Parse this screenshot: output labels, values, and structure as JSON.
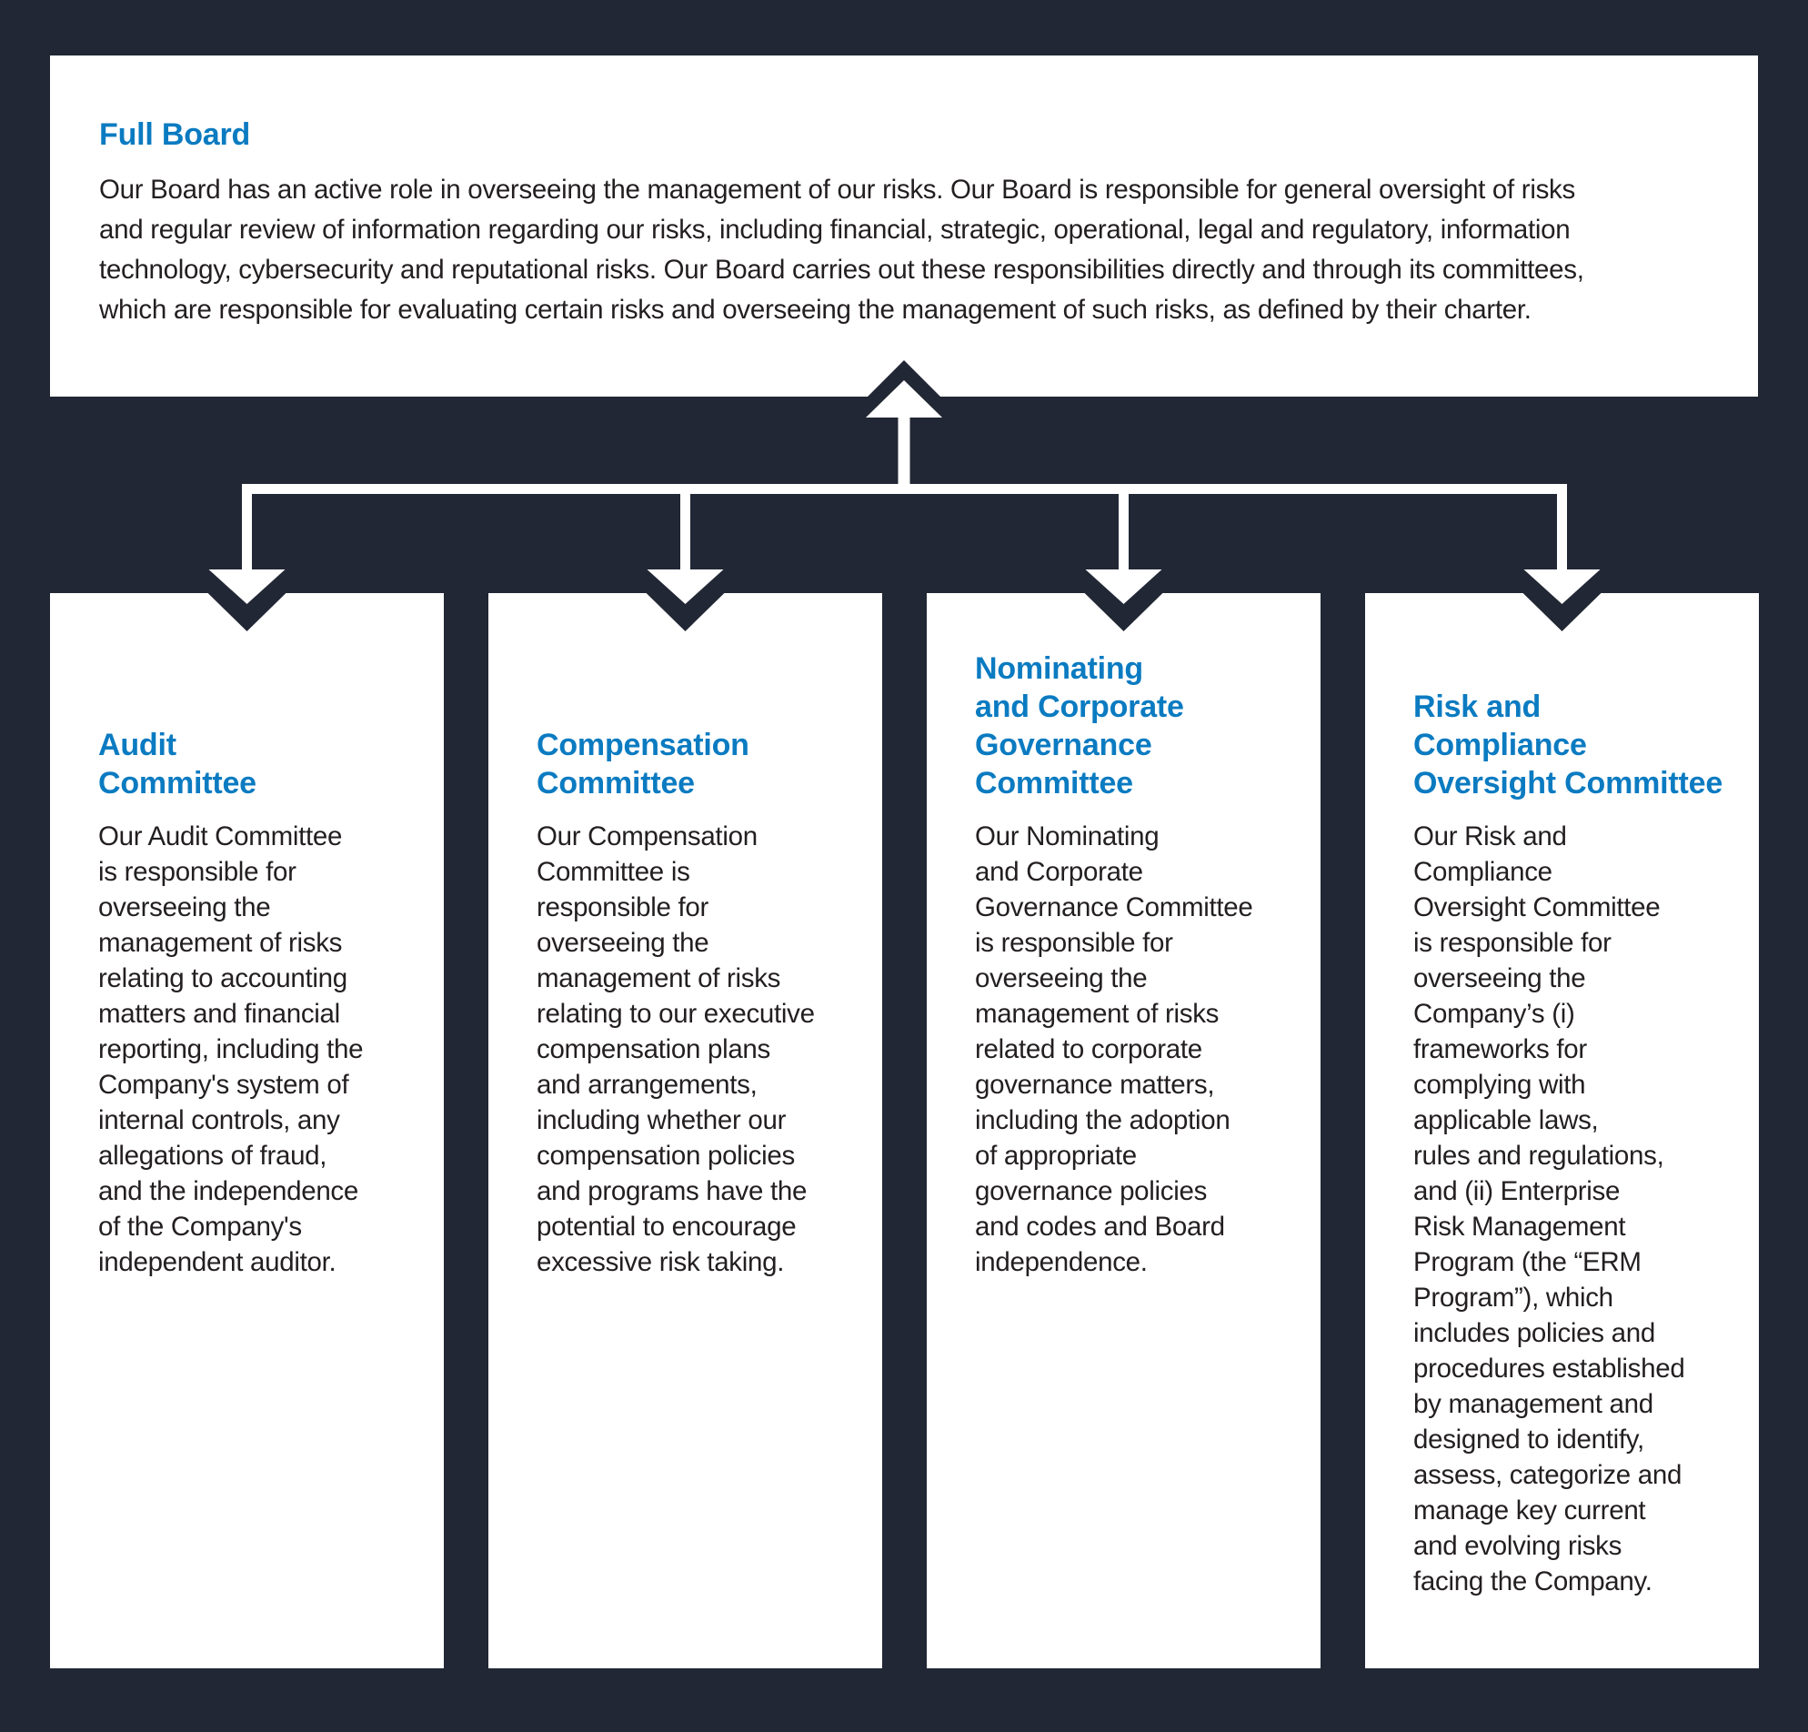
{
  "colors": {
    "background_navy": "#212734",
    "panel_white": "#ffffff",
    "heading_blue": "#0b7bc1",
    "body_text": "#231f20",
    "connector_white": "#ffffff"
  },
  "full_board": {
    "title": "Full Board",
    "body": "Our Board has an active role in overseeing the management of our risks. Our Board is responsible for general oversight of risks\nand regular review of information regarding our risks, including financial, strategic, operational, legal and regulatory, information\ntechnology, cybersecurity and reputational risks. Our Board carries out these responsibilities directly and through its committees,\nwhich are responsible for evaluating certain risks and overseeing the management of such risks, as defined by their charter."
  },
  "committees": [
    {
      "title": "Audit\nCommittee",
      "body": "Our Audit Committee\nis responsible for\noverseeing the\nmanagement of risks\nrelating to accounting\nmatters and financial\nreporting, including the\nCompany's system of\ninternal controls, any\nallegations of fraud,\nand the independence\nof the Company's\nindependent auditor."
    },
    {
      "title": "Compensation\nCommittee",
      "body": "Our Compensation\nCommittee is\nresponsible for\noverseeing the\nmanagement of risks\nrelating to our executive\ncompensation plans\nand arrangements,\nincluding whether our\ncompensation policies\nand programs have the\npotential to encourage\nexcessive risk taking."
    },
    {
      "title": "Nominating\nand Corporate\nGovernance\nCommittee",
      "body": "Our Nominating\nand Corporate\nGovernance Committee\nis responsible for\noverseeing the\nmanagement of risks\nrelated to corporate\ngovernance matters,\nincluding the adoption\nof appropriate\ngovernance policies\nand codes and Board\nindependence."
    },
    {
      "title": "Risk and\nCompliance\nOversight Committee",
      "body": "Our Risk and\nCompliance\nOversight Committee\nis responsible for\noverseeing the\nCompany’s (i)\nframeworks for\ncomplying with\napplicable laws,\nrules and regulations,\nand (ii) Enterprise\nRisk Management\nProgram (the “ERM\nProgram”), which\nincludes policies and\nprocedures established\nby management and\ndesigned to identify,\nassess, categorize and\nmanage key current\nand evolving risks\nfacing the Company."
    }
  ]
}
